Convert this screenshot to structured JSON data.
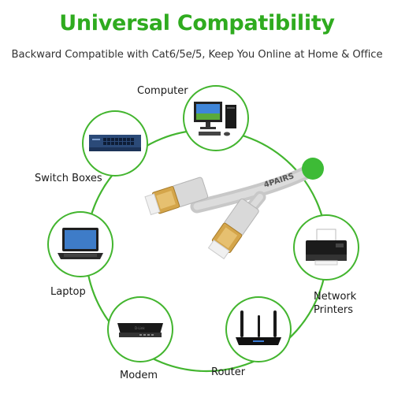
{
  "header": {
    "title": "Universal Compatibility",
    "subtitle": "Backward Compatible with Cat6/5e/5, Keep You Online at Home & Office"
  },
  "cable": {
    "text": "4PAIRS"
  },
  "devices": {
    "computer": {
      "label": "Computer",
      "icon": "computer-icon"
    },
    "switch": {
      "label": "Switch Boxes",
      "icon": "network-switch-icon"
    },
    "laptop": {
      "label": "Laptop",
      "icon": "laptop-icon"
    },
    "modem": {
      "label": "Modem",
      "icon": "modem-icon"
    },
    "router": {
      "label": "Router",
      "icon": "router-icon"
    },
    "printer": {
      "label_line1": "Network",
      "label_line2": "Printers",
      "icon": "printer-icon"
    }
  },
  "colors": {
    "accent": "#2fab1f",
    "ring": "#43b52f",
    "dot": "#3dbb36"
  }
}
